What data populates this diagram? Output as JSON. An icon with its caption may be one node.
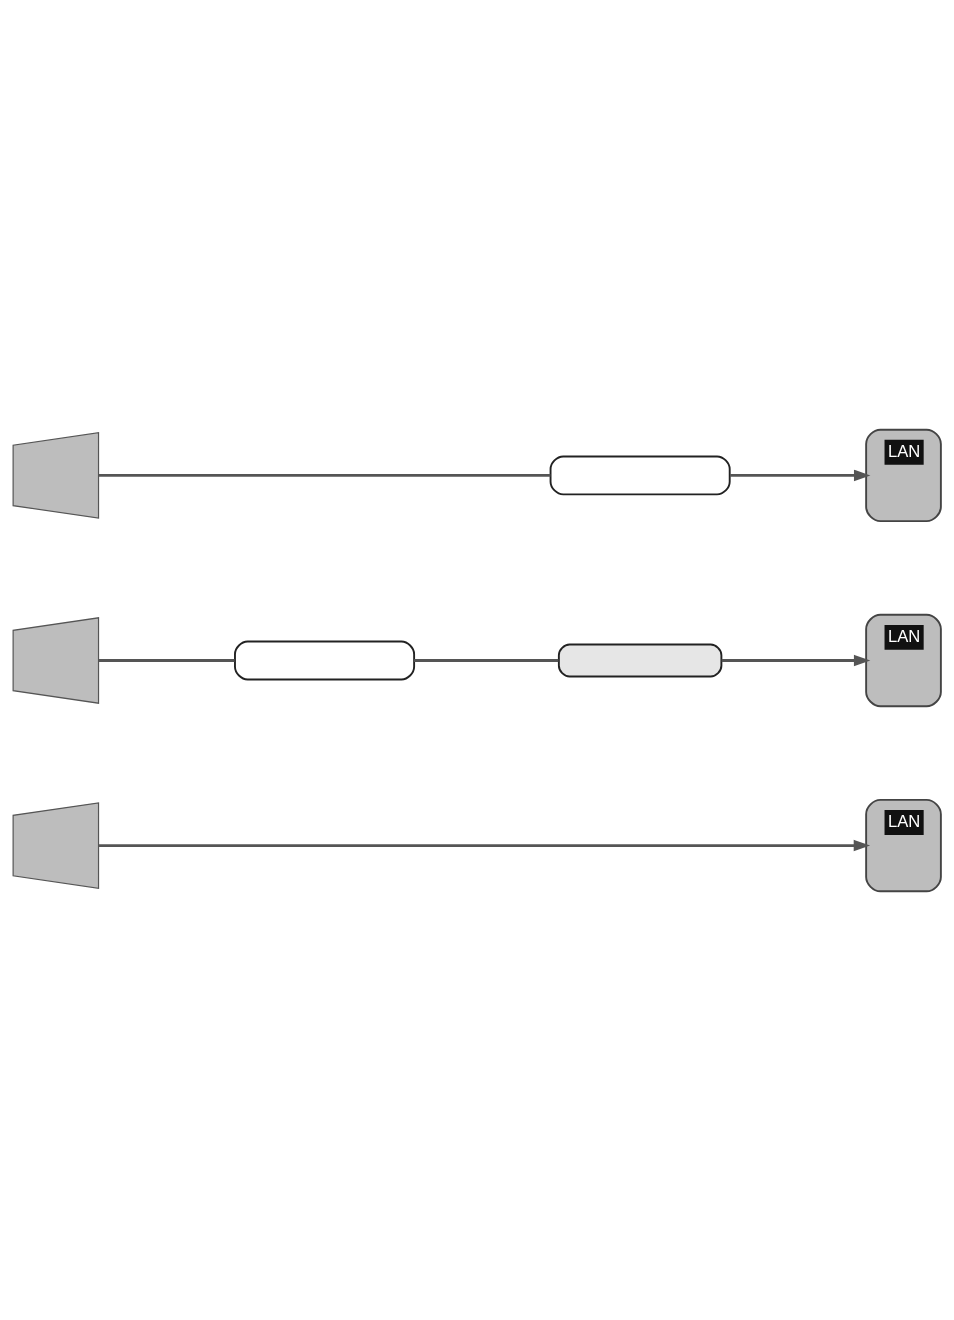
{
  "diagram": {
    "nodes": [
      {
        "text": [],
        "shape": "box"
      },
      {
        "text": [],
        "shape": "box"
      },
      {
        "text": [
          "LAN"
        ]
      },
      {
        "text": [],
        "shape": "box"
      },
      {
        "text": [],
        "shape": "box"
      },
      {
        "text": [],
        "shape": "box"
      },
      {
        "text": [
          "LAN"
        ]
      },
      {
        "text": [],
        "shape": "box"
      },
      {
        "text": [
          "LAN"
        ]
      }
    ],
    "edges": [
      {
        "from": 0,
        "to": 1,
        "arrow": "none"
      },
      {
        "from": 1,
        "to": 2,
        "arrow": "to"
      },
      {
        "from": 3,
        "to": 4,
        "arrow": "none"
      },
      {
        "from": 4,
        "to": 5,
        "arrow": "none"
      },
      {
        "from": 5,
        "to": 6,
        "arrow": "to"
      },
      {
        "from": 7,
        "to": 8,
        "arrow": "to"
      }
    ]
  }
}
